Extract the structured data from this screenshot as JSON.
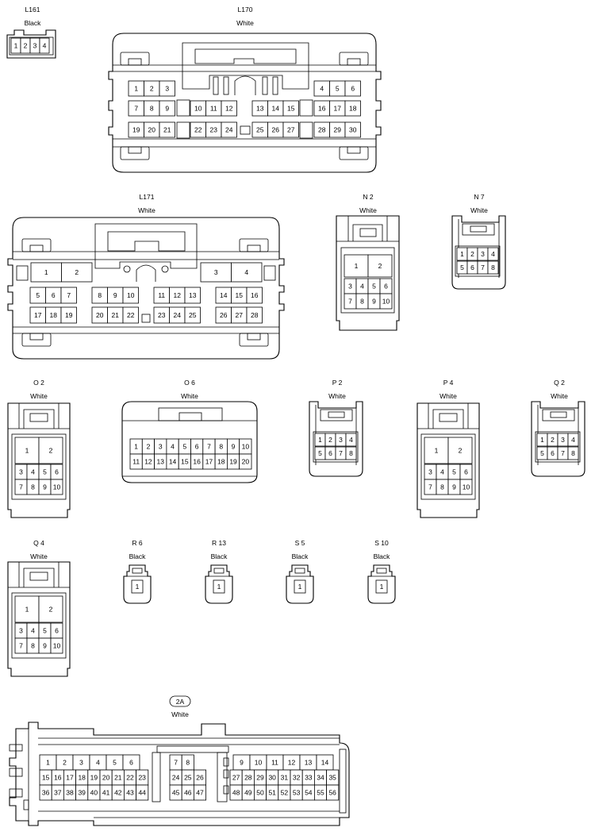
{
  "connectors": {
    "L161": {
      "id": "L161",
      "color": "Black",
      "pins": [
        "1",
        "2",
        "3",
        "4"
      ]
    },
    "L170": {
      "id": "L170",
      "color": "White",
      "pins": [
        "1",
        "2",
        "3",
        "4",
        "5",
        "6",
        "7",
        "8",
        "9",
        "10",
        "11",
        "12",
        "13",
        "14",
        "15",
        "16",
        "17",
        "18",
        "19",
        "20",
        "21",
        "22",
        "23",
        "24",
        "25",
        "26",
        "27",
        "28",
        "29",
        "30"
      ]
    },
    "L171": {
      "id": "L171",
      "color": "White",
      "pins": [
        "1",
        "2",
        "3",
        "4",
        "5",
        "6",
        "7",
        "8",
        "9",
        "10",
        "11",
        "12",
        "13",
        "14",
        "15",
        "16",
        "17",
        "18",
        "19",
        "20",
        "21",
        "22",
        "23",
        "24",
        "25",
        "26",
        "27",
        "28"
      ]
    },
    "N2": {
      "id": "N 2",
      "color": "White",
      "pins": [
        "1",
        "2",
        "3",
        "4",
        "5",
        "6",
        "7",
        "8",
        "9",
        "10"
      ]
    },
    "N7": {
      "id": "N 7",
      "color": "White",
      "pins": [
        "1",
        "2",
        "3",
        "4",
        "5",
        "6",
        "7",
        "8"
      ]
    },
    "O2": {
      "id": "O 2",
      "color": "White",
      "pins": [
        "1",
        "2",
        "3",
        "4",
        "5",
        "6",
        "7",
        "8",
        "9",
        "10"
      ]
    },
    "O6": {
      "id": "O 6",
      "color": "White",
      "pins": [
        "1",
        "2",
        "3",
        "4",
        "5",
        "6",
        "7",
        "8",
        "9",
        "10",
        "11",
        "12",
        "13",
        "14",
        "15",
        "16",
        "17",
        "18",
        "19",
        "20"
      ]
    },
    "P2": {
      "id": "P 2",
      "color": "White",
      "pins": [
        "1",
        "2",
        "3",
        "4",
        "5",
        "6",
        "7",
        "8"
      ]
    },
    "P4": {
      "id": "P 4",
      "color": "White",
      "pins": [
        "1",
        "2",
        "3",
        "4",
        "5",
        "6",
        "7",
        "8",
        "9",
        "10"
      ]
    },
    "Q2": {
      "id": "Q 2",
      "color": "White",
      "pins": [
        "1",
        "2",
        "3",
        "4",
        "5",
        "6",
        "7",
        "8"
      ]
    },
    "Q4": {
      "id": "Q 4",
      "color": "White",
      "pins": [
        "1",
        "2",
        "3",
        "4",
        "5",
        "6",
        "7",
        "8",
        "9",
        "10"
      ]
    },
    "R6": {
      "id": "R 6",
      "color": "Black",
      "pins": [
        "1"
      ]
    },
    "R13": {
      "id": "R 13",
      "color": "Black",
      "pins": [
        "1"
      ]
    },
    "S5": {
      "id": "S 5",
      "color": "Black",
      "pins": [
        "1"
      ]
    },
    "S10": {
      "id": "S 10",
      "color": "Black",
      "pins": [
        "1"
      ]
    },
    "C2A": {
      "id": "2A",
      "color": "White",
      "pins": [
        "1",
        "2",
        "3",
        "4",
        "5",
        "6",
        "7",
        "8",
        "9",
        "10",
        "11",
        "12",
        "13",
        "14",
        "15",
        "16",
        "17",
        "18",
        "19",
        "20",
        "21",
        "22",
        "23",
        "24",
        "25",
        "26",
        "27",
        "28",
        "29",
        "30",
        "31",
        "32",
        "33",
        "34",
        "35",
        "36",
        "37",
        "38",
        "39",
        "40",
        "41",
        "42",
        "43",
        "44",
        "45",
        "46",
        "47",
        "48",
        "49",
        "50",
        "51",
        "52",
        "53",
        "54",
        "55",
        "56"
      ]
    }
  }
}
